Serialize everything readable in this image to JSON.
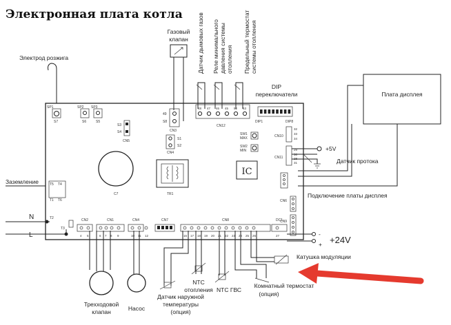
{
  "title": "Электронная плата котла",
  "labels": {
    "ignition_electrode": "Электрод розжига",
    "gas_valve": [
      "Газовый",
      "клапан"
    ],
    "flue_gas_sensor": "Датчик дымовых газов",
    "min_pressure_relay": [
      "Реле минимального",
      "давления системы",
      "отопления"
    ],
    "limit_thermostat": [
      "Предельный термостат",
      "системы отопления"
    ],
    "dip_switches": [
      "DIP",
      "переключатели"
    ],
    "display_board": "Плата дисплея",
    "plus5v": "+5V",
    "flow_sensor": "Датчик протока",
    "ground": "Заземление",
    "display_connection": "Подключение платы дисплея",
    "line_n": "N",
    "line_l": "L",
    "plus24v": "+24V",
    "minus": "-",
    "plus": "+",
    "modulation_coil": "Катушка модуляции",
    "room_thermostat": [
      "Комнатный термостат",
      "(опция)"
    ],
    "ntc_heating": [
      "NTC",
      "отопления"
    ],
    "ntc_dhw": "NTC ГВС",
    "outdoor_sensor": [
      "Датчик наружной",
      "температуры",
      "(опция)"
    ],
    "three_way_valve": [
      "Трехходовой",
      "клапан"
    ],
    "pump": "Насос"
  },
  "board": {
    "ic": "IC",
    "c7": "C7",
    "tr1": "TR1",
    "sp": [
      "SP1",
      "SP2",
      "SP3"
    ],
    "s_top": [
      "S7",
      "S6",
      "S5"
    ],
    "s3": "S3",
    "s4": "S4",
    "cn5": "CN5",
    "s9": "49",
    "s8": "S8",
    "cn3": "CN3",
    "s1": "S1",
    "s2": "S2",
    "cn4": "CN4",
    "cn12": "CN12",
    "cn12_pins": [
      "48",
      "47",
      "46",
      "45",
      "52",
      "53"
    ],
    "dip1": "DIP1",
    "dip8": "DIP8",
    "sw1": [
      "SW1",
      "MAX"
    ],
    "sw2": [
      "SW2",
      "MIN"
    ],
    "cn10": "CN10",
    "cn11": "CN11",
    "cn6": "CN6",
    "cn9": "CN9",
    "t_labels": [
      "T5",
      "T4",
      "T1",
      "T6",
      "T2",
      "T3"
    ],
    "bottom_connectors": [
      "CN2",
      "CN1",
      "CN4",
      "CN7",
      "CN8",
      "DC1"
    ],
    "pin_numbers": [
      "4",
      "5",
      "6",
      "7",
      "8",
      "9",
      "10",
      "11",
      "12",
      "16",
      "17",
      "18",
      "19",
      "20",
      "21",
      "22",
      "23",
      "24",
      "25",
      "26",
      "27"
    ],
    "cn10_pins": [
      "32",
      "33",
      "34"
    ],
    "cn11_pins": [
      "29",
      "30",
      "28",
      "31"
    ]
  }
}
